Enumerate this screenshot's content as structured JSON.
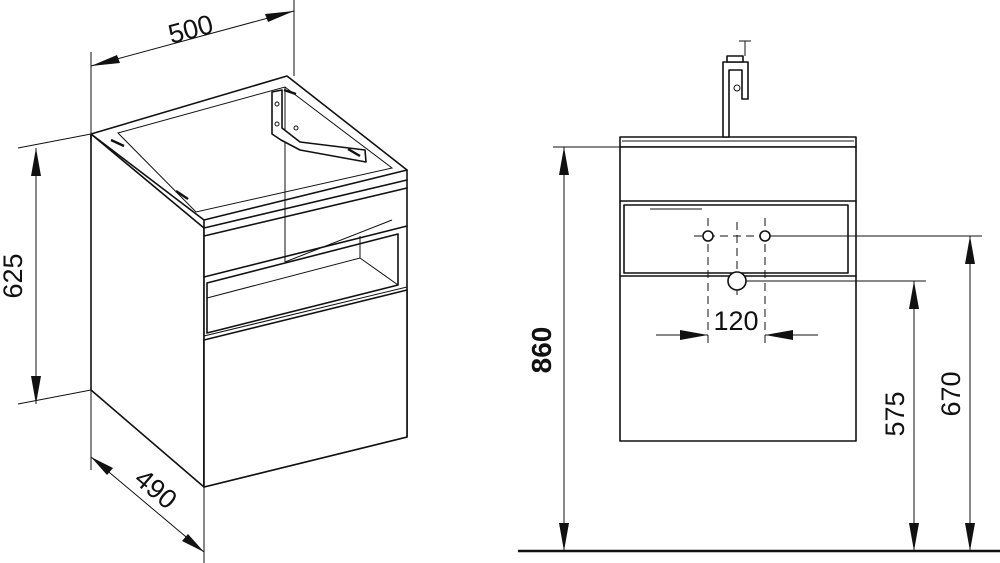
{
  "dimensions": {
    "width": "500",
    "height": "625",
    "depth": "490",
    "total_height": "860",
    "hole_spacing": "120",
    "drain_height": "575",
    "tap_hole_height": "670"
  }
}
